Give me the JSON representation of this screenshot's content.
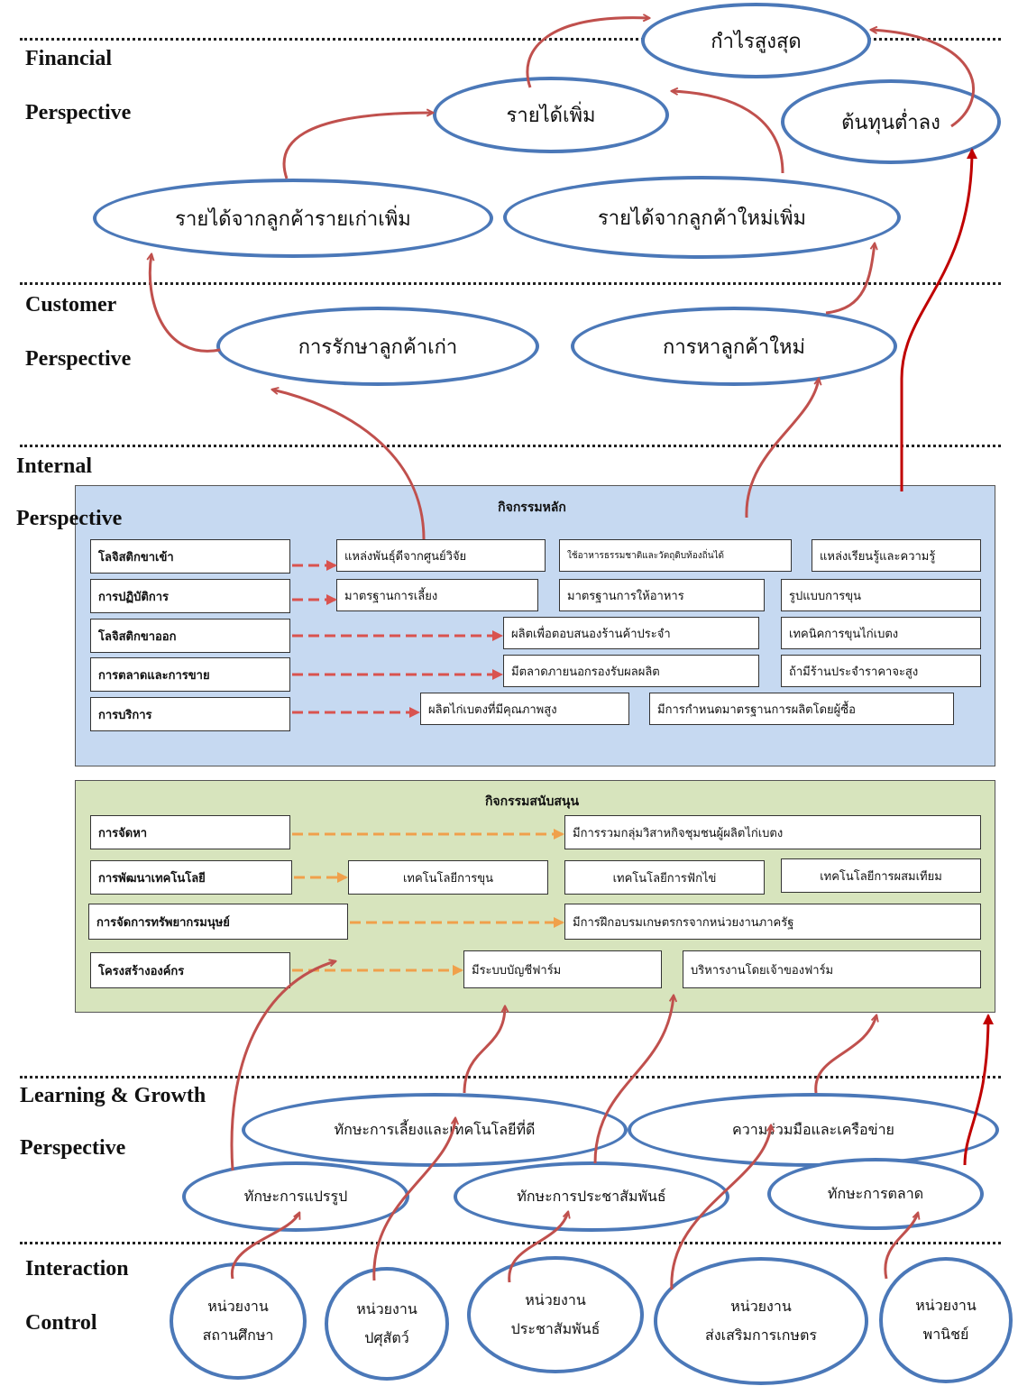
{
  "perspectives": {
    "financial": [
      "Financial",
      "Perspective"
    ],
    "customer": [
      "Customer",
      "Perspective"
    ],
    "internal": [
      "Internal",
      "Perspective"
    ],
    "learning": [
      "Learning & Growth",
      "Perspective"
    ],
    "interaction": [
      "Interaction",
      "Control"
    ]
  },
  "financial_goals": {
    "max_profit": "กำไรสูงสุด",
    "revenue_up": "รายได้เพิ่ม",
    "cost_down": "ต้นทุนต่ำลง",
    "old_customer_revenue": "รายได้จากลูกค้ารายเก่าเพิ่ม",
    "new_customer_revenue": "รายได้จากลูกค้าใหม่เพิ่ม"
  },
  "customer_goals": {
    "retain": "การรักษาลูกค้าเก่า",
    "acquire": "การหาลูกค้าใหม่"
  },
  "core_activities": {
    "title": "กิจกรรมหลัก",
    "rows": [
      {
        "category": "โลจิสติกขาเข้า",
        "items": [
          "แหล่งพันธุ์ดีจากศูนย์วิจัย",
          "ใช้อาหารธรรมชาติและวัตถุดิบท้องถิ่นได้",
          "แหล่งเรียนรู้และความรู้"
        ]
      },
      {
        "category": "การปฏิบัติการ",
        "items": [
          "มาตรฐานการเลี้ยง",
          "มาตรฐานการให้อาหาร",
          "รูปแบบการขุน"
        ]
      },
      {
        "category": "โลจิสติกขาออก",
        "items": [
          "ผลิตเพื่อตอบสนองร้านค้าประจำ",
          "เทคนิคการขุนไก่เบตง"
        ]
      },
      {
        "category": "การตลาดและการขาย",
        "items": [
          "มีตลาดภายนอกรองรับผลผลิต",
          "ถ้ามีร้านประจำราคาจะสูง"
        ]
      },
      {
        "category": "การบริการ",
        "items": [
          "ผลิตไก่เบตงที่มีคุณภาพสูง",
          "มีการกำหนดมาตรฐานการผลิตโดยผู้ซื้อ"
        ]
      }
    ]
  },
  "support_activities": {
    "title": "กิจกรรมสนับสนุน",
    "rows": [
      {
        "category": "การจัดหา",
        "items": [
          "มีการรวมกลุ่มวิสาหกิจชุมชนผู้ผลิตไก่เบตง"
        ]
      },
      {
        "category": "การพัฒนาเทคโนโลยี",
        "items": [
          "เทคโนโลยีการขุน",
          "เทคโนโลยีการฟักไข่",
          "เทคโนโลยีการผสมเทียม"
        ]
      },
      {
        "category": "การจัดการทรัพยากรมนุษย์",
        "items": [
          "มีการฝึกอบรมเกษตรกรจากหน่วยงานภาครัฐ"
        ]
      },
      {
        "category": "โครงสร้างองค์กร",
        "items": [
          "มีระบบบัญชีฟาร์ม",
          "บริหารงานโดยเจ้าของฟาร์ม"
        ]
      }
    ]
  },
  "learning_goals": {
    "farming_tech": "ทักษะการเลี้ยงและเทคโนโลยีที่ดี",
    "cooperation": "ความร่วมมือและเครือข่าย",
    "processing": "ทักษะการแปรรูป",
    "pr": "ทักษะการประชาสัมพันธ์",
    "marketing": "ทักษะการตลาด"
  },
  "agencies": [
    [
      "หน่วยงาน",
      "สถานศึกษา"
    ],
    [
      "หน่วยงาน",
      "ปศุสัตว์"
    ],
    [
      "หน่วยงาน",
      "ประชาสัมพันธ์"
    ],
    [
      "หน่วยงาน",
      "ส่งเสริมการเกษตร"
    ],
    [
      "หน่วยงาน",
      "พานิชย์"
    ]
  ],
  "colors": {
    "ellipse_border": "#4b78b8",
    "causal_arrow": "#c0504d",
    "strong_arrow": "#c00000",
    "core_dash": "#d9534f",
    "support_dash": "#f0a04b",
    "core_panel": "#c6d9f1",
    "support_panel": "#d7e4bd"
  }
}
